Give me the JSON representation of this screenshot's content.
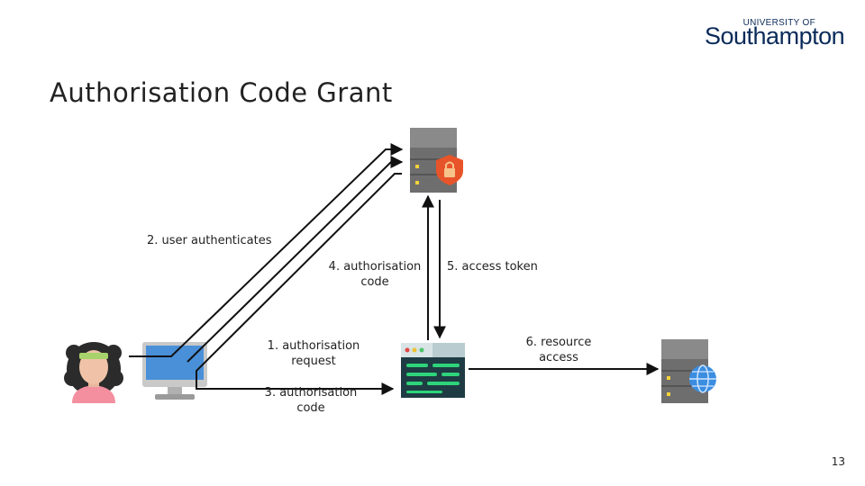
{
  "logo": {
    "small": "UNIVERSITY OF",
    "big": "Southampton"
  },
  "title": "Authorisation Code Grant",
  "labels": {
    "user_authenticates": "2. user authenticates",
    "authorisation_code_4": [
      "4. authorisation",
      "code"
    ],
    "access_token": "5. access token",
    "authorisation_request": [
      "1. authorisation",
      "request"
    ],
    "authorisation_code_3": [
      "3. authorisation",
      "code"
    ],
    "resource_access": [
      "6. resource",
      "access"
    ]
  },
  "icons": [
    "user-avatar-icon",
    "desktop-computer-icon",
    "auth-server-icon",
    "lock-shield-icon",
    "client-app-window-icon",
    "resource-server-icon",
    "globe-icon"
  ],
  "page_number": "13"
}
